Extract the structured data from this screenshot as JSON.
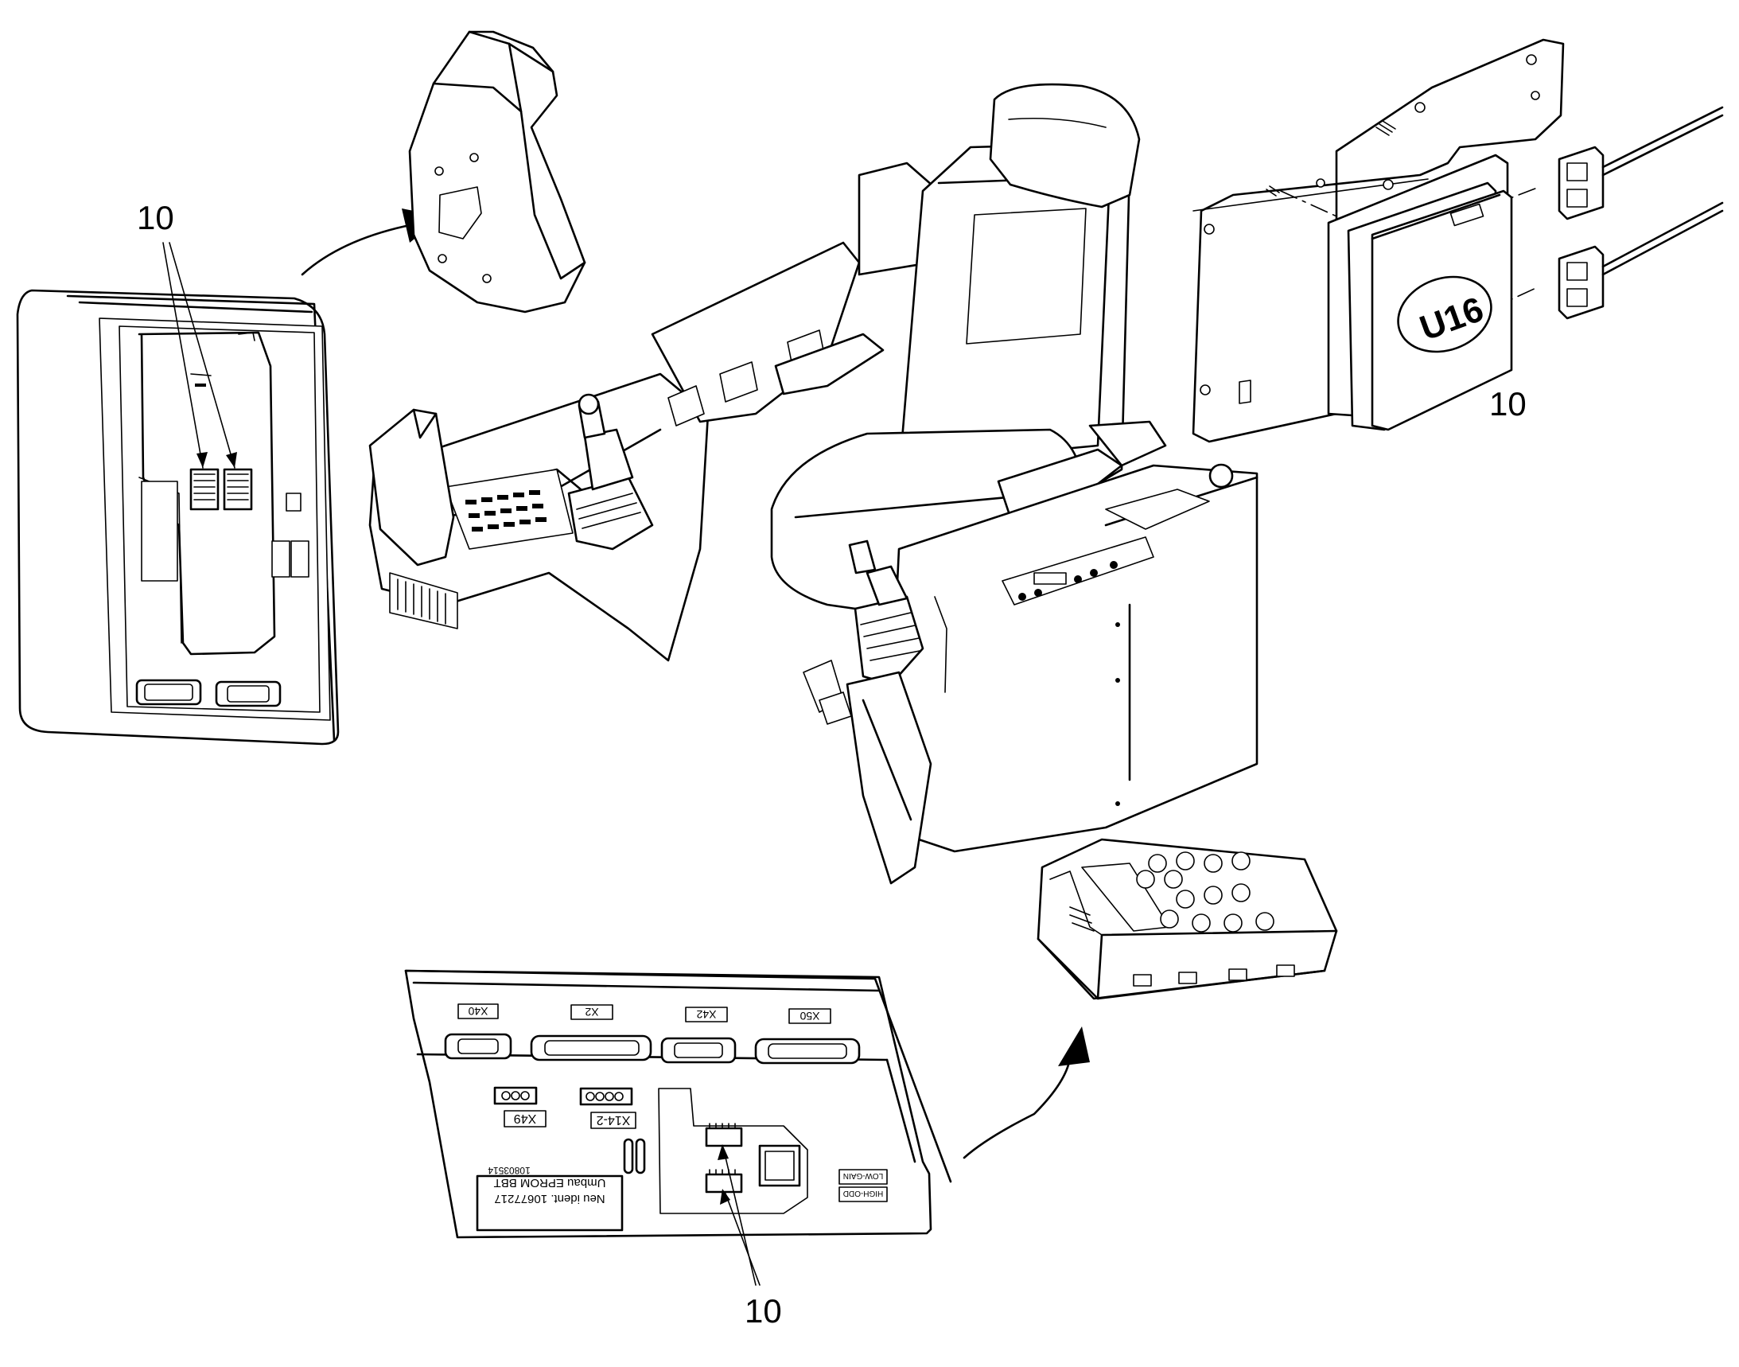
{
  "callouts": {
    "top_left": "10",
    "top_right": "10",
    "bottom": "10"
  },
  "module_label": "U16",
  "connectors": {
    "x40": "X40",
    "x2": "X2",
    "x42": "X42",
    "x50": "X50",
    "x49": "X49",
    "x14_2": "X14-2"
  },
  "sticker": {
    "line1": "Umbau EPROM BBT",
    "line2": "Neu ident. 10677217",
    "line3": "10803514"
  },
  "switch_labels": {
    "low_gain": "LOW-GAIN",
    "high_odd": "HIGH-ODD"
  },
  "icons": [
    "arrow-icon",
    "arrow-icon",
    "eprom-chip-icon",
    "connector-icon"
  ]
}
